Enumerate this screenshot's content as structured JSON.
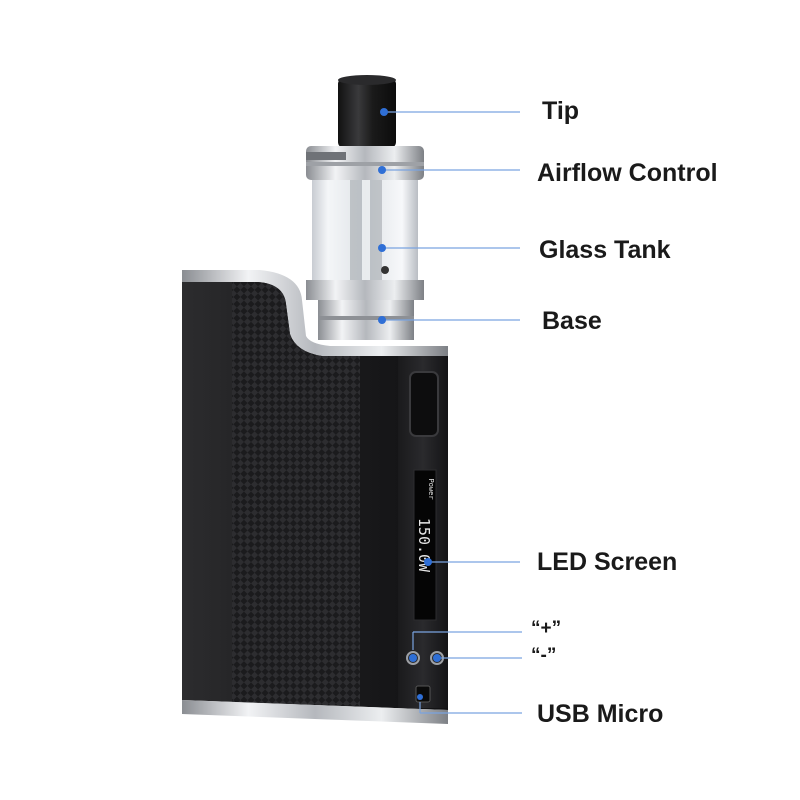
{
  "labels": {
    "tip": "Tip",
    "airflow": "Airflow Control",
    "glass_tank": "Glass Tank",
    "base": "Base",
    "led_screen": "LED Screen",
    "plus": "“+”",
    "minus": "“-”",
    "usb": "USB Micro"
  },
  "screen": {
    "wattage": "150.0W",
    "mode": "Power"
  },
  "colors": {
    "marker_dot": "#2f6fd6",
    "leader_line": "#7aa3e0",
    "body": "#1c1c1e",
    "chrome": "#c9ccd1"
  }
}
